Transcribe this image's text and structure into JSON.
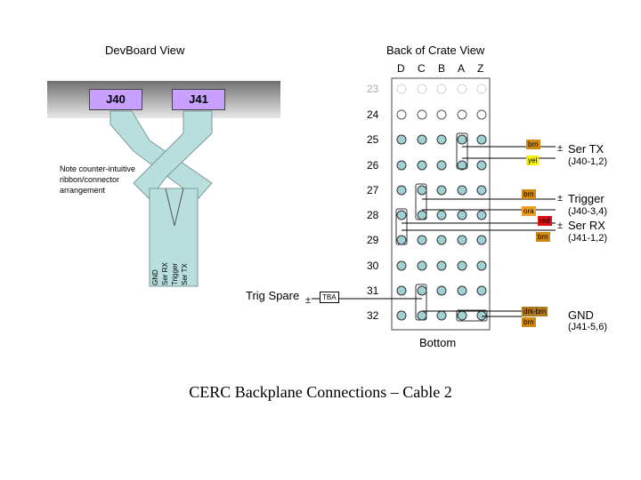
{
  "devboard": {
    "heading": "DevBoard View",
    "connectors": [
      "J40",
      "J41"
    ],
    "note": "Note counter-intuitive ribbon/connector arrangement",
    "ribbon_labels": [
      "GND",
      "Ser RX",
      "Trigger",
      "Ser TX"
    ]
  },
  "crate": {
    "heading": "Back of Crate View",
    "columns": [
      "D",
      "C",
      "B",
      "A",
      "Z"
    ],
    "rows": [
      "23",
      "24",
      "25",
      "26",
      "27",
      "28",
      "29",
      "30",
      "31",
      "32"
    ],
    "bottom_label": "Bottom"
  },
  "wires": [
    {
      "label": "brn",
      "color": "#d08a10"
    },
    {
      "label": "yel",
      "color": "#f4f000"
    },
    {
      "label": "brn",
      "color": "#d08a10"
    },
    {
      "label": "ora",
      "color": "#f0a020"
    },
    {
      "label": "red",
      "color": "#e01010"
    },
    {
      "label": "brn",
      "color": "#d08a10"
    },
    {
      "label": "drk-brn",
      "color": "#b07820"
    },
    {
      "label": "brn",
      "color": "#d08a10"
    }
  ],
  "signals": [
    {
      "name": "Ser TX",
      "pins": "(J40-1,2)"
    },
    {
      "name": "Trigger",
      "pins": "(J40-3,4)"
    },
    {
      "name": "Ser RX",
      "pins": "(J41-1,2)"
    },
    {
      "name": "GND",
      "pins": "(J41-5,6)"
    }
  ],
  "spare": {
    "name": "Trig Spare",
    "tag": "TBA"
  },
  "polarity_symbol": "±",
  "title": "CERC Backplane Connections – Cable 2"
}
